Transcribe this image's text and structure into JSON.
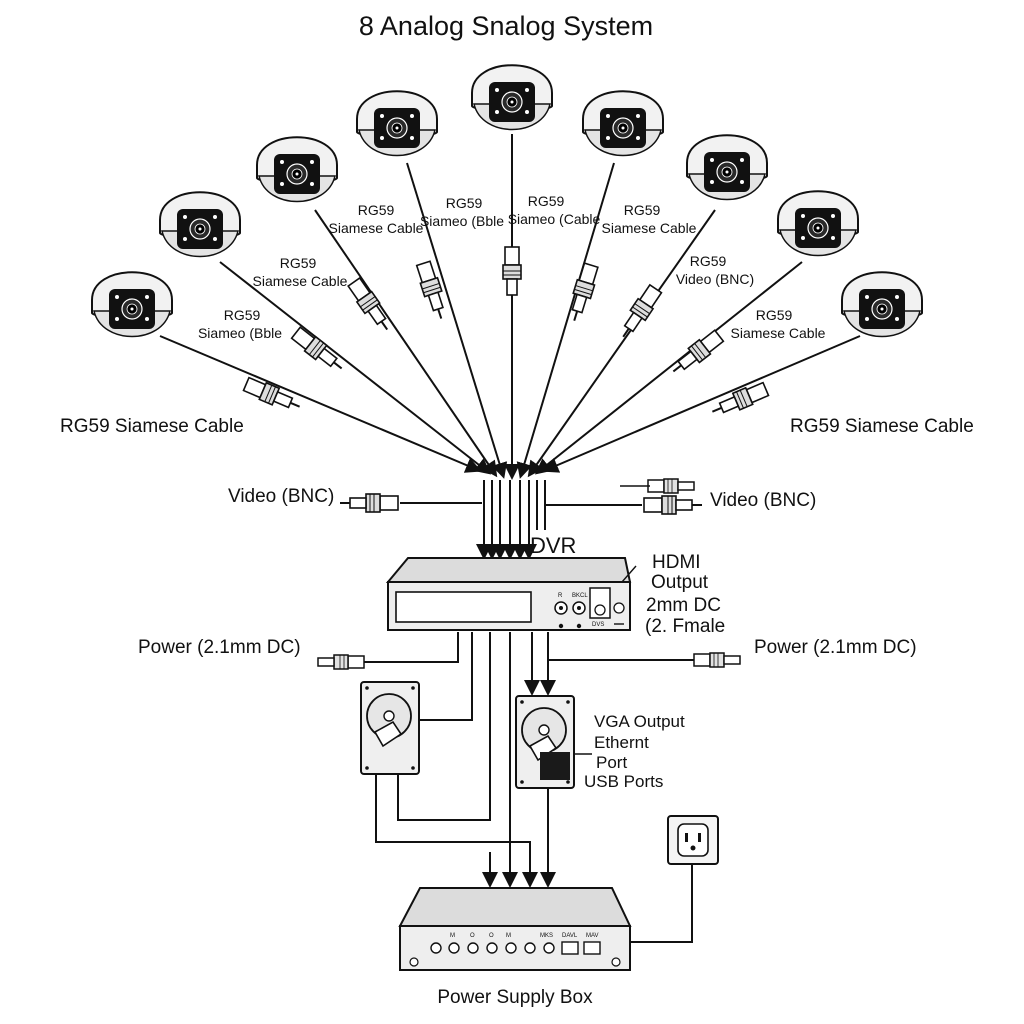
{
  "title": "8 Analog Snalog System",
  "cable_labels": {
    "left_main": "RG59 Siamese Cable",
    "right_main": "RG59 Siamese Cable",
    "c1": [
      "RG59",
      "Siameo (Bble"
    ],
    "c2": [
      "RG59",
      "Siamese Cable"
    ],
    "c3": [
      "RG59",
      "Siamese Cable"
    ],
    "c4": [
      "RG59",
      "Siameo (Bble"
    ],
    "c5": [
      "RG59",
      "Siameo (Cable"
    ],
    "c6": [
      "RG59",
      "Siamese Cable"
    ],
    "c7": [
      "RG59",
      "Video (BNC)"
    ],
    "c8": [
      "RG59",
      "Siamese Cable"
    ]
  },
  "connectors": {
    "video_left": "Video (BNC)",
    "video_right": "Video (BNC)",
    "power_left": "Power (2.1mm DC)",
    "power_right": "Power (2.1mm DC)"
  },
  "dvr": {
    "label": "DVR",
    "callout": [
      "HDMI",
      "Output",
      "2mm DC",
      "(2. Fmale"
    ],
    "port_labels": [
      "R",
      "BKCL",
      "DVS"
    ]
  },
  "outputs": [
    "VGA Output",
    "Ethernt",
    "Port",
    "USB Ports"
  ],
  "power_box": {
    "label": "Power Supply Box",
    "port_labels": [
      "M",
      "O",
      "O",
      "M",
      "MKS",
      "DAVL",
      "MAV"
    ]
  },
  "icons": [
    "dome-camera-icon",
    "bnc-connector-icon",
    "dc-plug-icon",
    "hard-drive-icon",
    "wall-outlet-icon"
  ]
}
